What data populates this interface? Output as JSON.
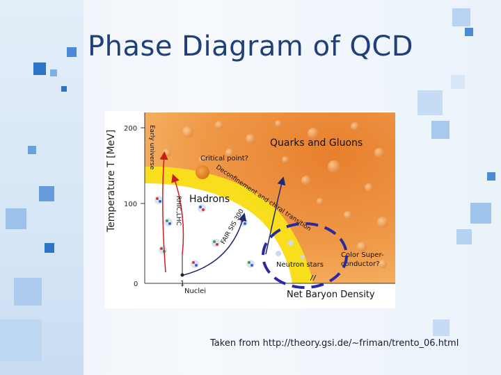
{
  "slide": {
    "title": "Phase Diagram of QCD",
    "caption": "Taken from http://theory.gsi.de/~friman/trento_06.html"
  },
  "diagram": {
    "y_axis_label": "Temperature T [MeV]",
    "y_ticks": [
      "200",
      "100",
      "0"
    ],
    "x_tick": "1",
    "x_axis_label": "Net Baryon Density",
    "phase_labels": {
      "quarks_gluons": "Quarks and Gluons",
      "hadrons": "Hadrons",
      "critical_point": "Critical point?",
      "deconfinement": "Deconfinement and chiral transition",
      "early_universe": "Early universe",
      "rhic_lhc": "RHIC,LHC",
      "fair": "FAIR SIS 300",
      "neutron_stars": "Neutron stars",
      "color_superconductor_line1": "Color Super-",
      "color_superconductor_line2": "conductor?",
      "nuclei": "Nuclei"
    },
    "colors": {
      "qgp": "#e8893a",
      "transition_band": "#f8e21a",
      "hadron_phase": "#ffffff",
      "critical_point": "#e07b1a",
      "highlight_circle": "#2a2aa0",
      "arrows": "#1e2a6e",
      "rhic_arrow": "#c81e1e"
    }
  }
}
